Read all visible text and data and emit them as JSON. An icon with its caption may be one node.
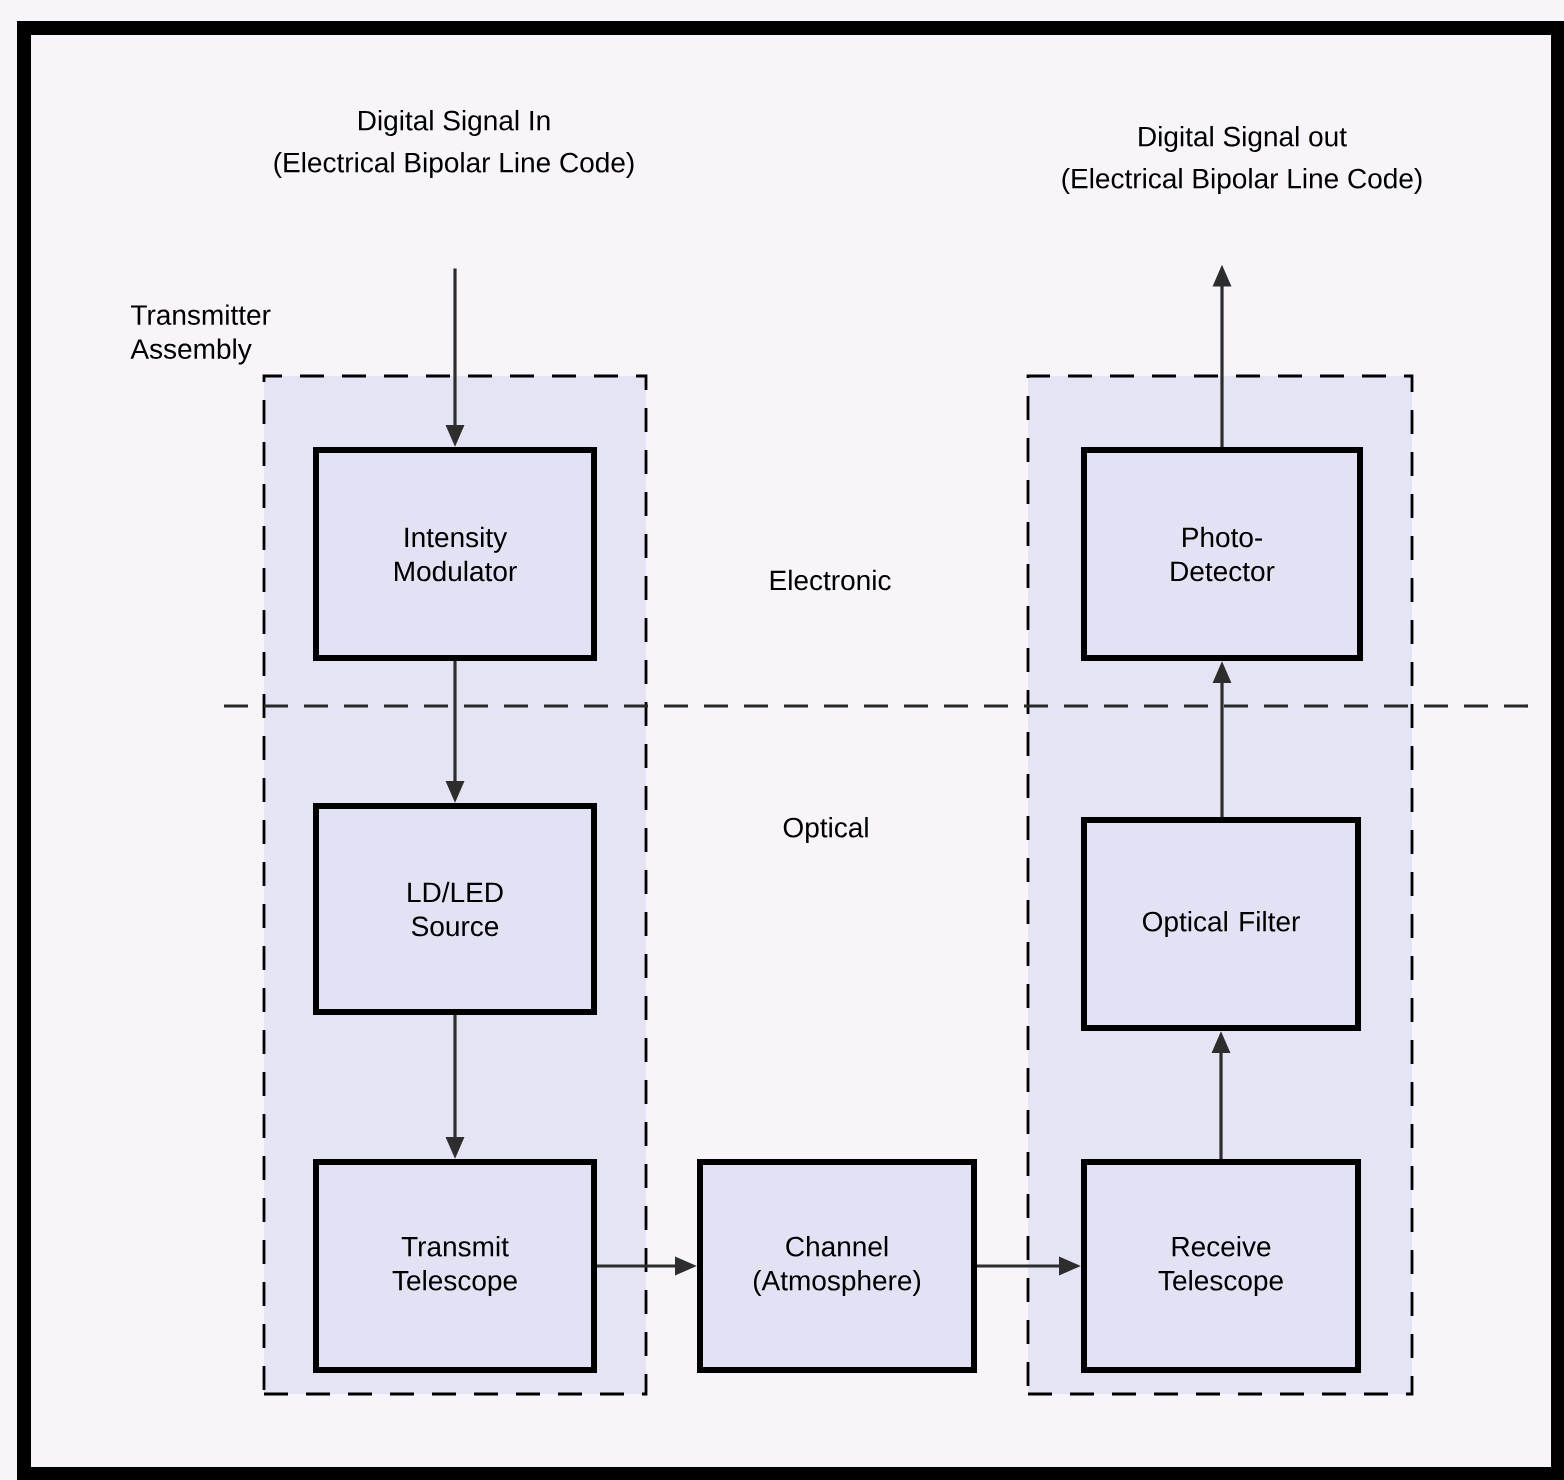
{
  "diagram": {
    "nodes": [
      {
        "text": [
          "Transmitter Assembly"
        ]
      },
      {
        "text": [
          "Intensity Modulator"
        ],
        "in": 0
      },
      {
        "text": [
          "LD/LED Source"
        ],
        "in": 0
      },
      {
        "text": [
          "Transmit Telescope"
        ],
        "in": 0
      },
      {
        "text": [
          "Channel (Atmosphere)"
        ]
      },
      {
        "text": [],
        "shape": "box"
      },
      {
        "text": [
          "Photo- Detector"
        ],
        "in": 5
      },
      {
        "text": [
          "Optical Filter"
        ],
        "in": 5
      },
      {
        "text": [
          "Receive Telescope"
        ],
        "in": 5
      },
      {
        "text": [
          "Digital Signal In",
          "(Electrical Bipolar Line Code)"
        ]
      },
      {
        "text": [
          "Digital Signal out",
          "(Electrical Bipolar Line Code)"
        ]
      }
    ],
    "edges": [
      {
        "from": 9,
        "to": 1,
        "arrow": "to"
      },
      {
        "from": 1,
        "to": 2,
        "arrow": "to"
      },
      {
        "from": 2,
        "to": 3,
        "arrow": "to"
      },
      {
        "from": 3,
        "to": 4,
        "arrow": "to"
      },
      {
        "from": 4,
        "to": 8,
        "arrow": "to"
      },
      {
        "from": 8,
        "to": 7,
        "arrow": "to"
      },
      {
        "from": 7,
        "to": 6,
        "arrow": "to"
      },
      {
        "from": 6,
        "to": 10,
        "arrow": "to"
      }
    ],
    "labels": [
      "Electronic",
      "Optical"
    ]
  }
}
